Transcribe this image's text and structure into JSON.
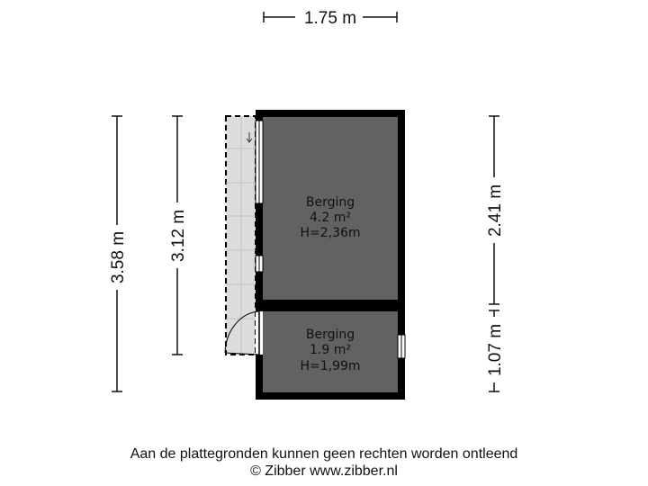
{
  "dimensions": {
    "top_width": "1.75 m",
    "left_outer": "3.58 m",
    "left_inner": "3.12 m",
    "right_upper": "2.41 m",
    "right_lower": "1.07 m"
  },
  "rooms": [
    {
      "name": "Berging",
      "area": "4.2 m²",
      "height": "H=2,36m"
    },
    {
      "name": "Berging",
      "area": "1.9 m²",
      "height": "H=1,99m"
    }
  ],
  "footer": {
    "disclaimer": "Aan de plattegronden kunnen geen rechten worden ontleend",
    "copyright": "© Zibber www.zibber.nl"
  },
  "colors": {
    "wall": "#000000",
    "room_fill": "#626262",
    "ramp_fill": "#dcdcdc",
    "dimension_line": "#111111"
  }
}
